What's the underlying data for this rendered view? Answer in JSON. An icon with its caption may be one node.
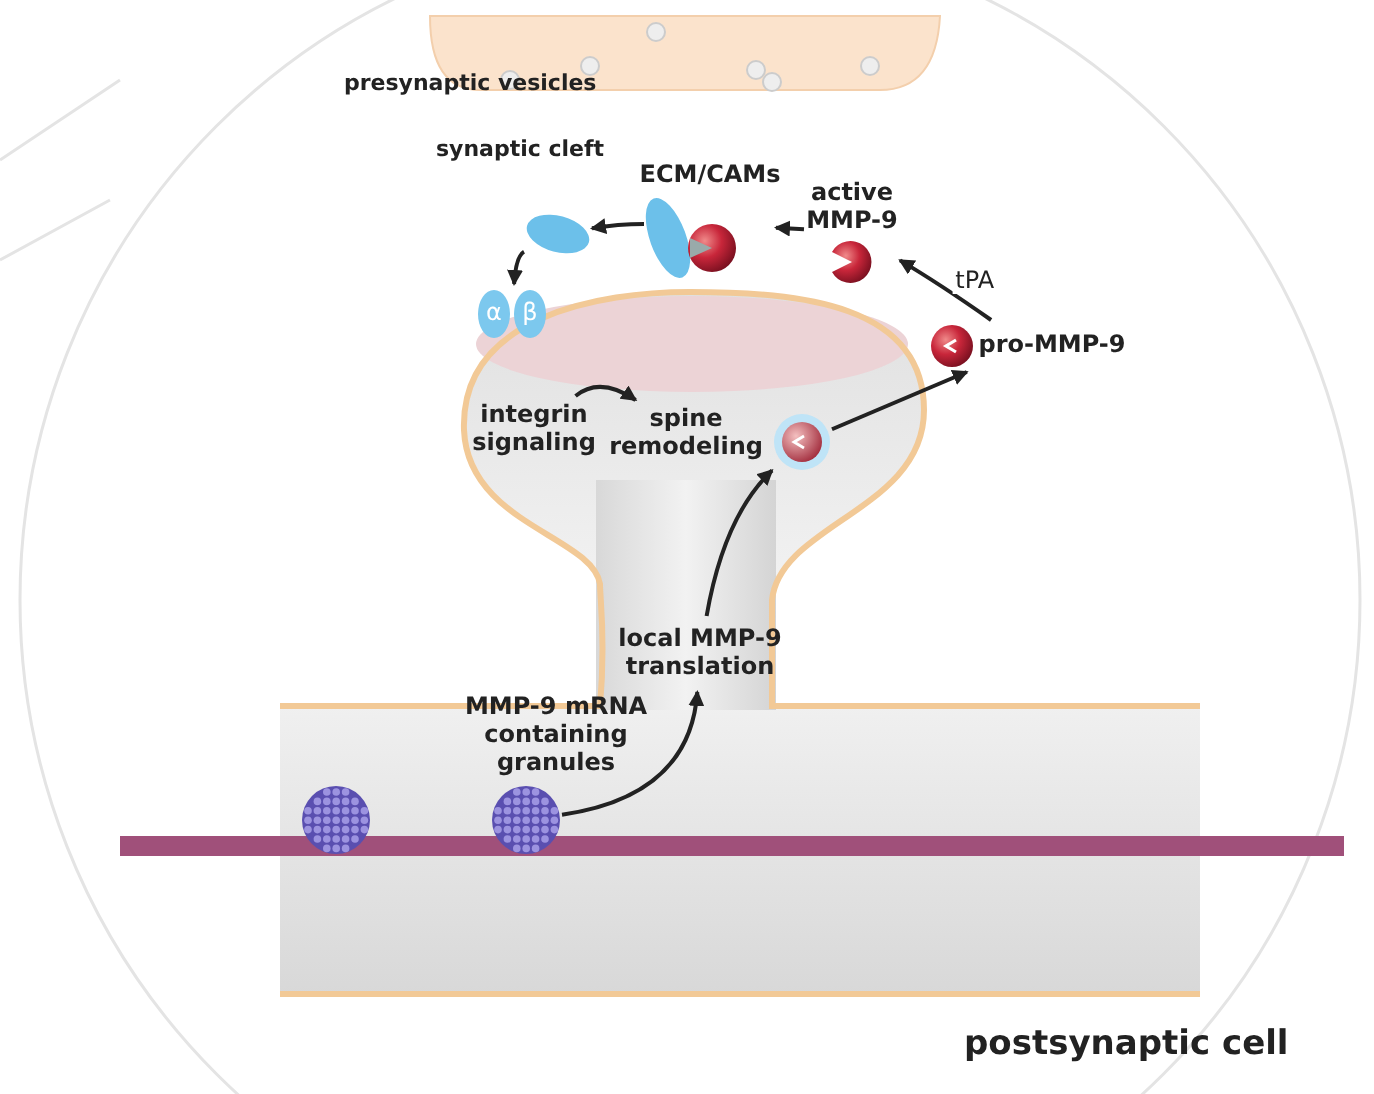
{
  "diagram": {
    "nodes": [
      {
        "text": [
          "ECM/CAMs"
        ]
      },
      {
        "text": [
          "active MMP-9"
        ]
      },
      {
        "text": [
          "pro-MMP-9"
        ]
      },
      {
        "text": [],
        "shape": "ellipse"
      },
      {
        "text": [
          "α",
          "β"
        ]
      },
      {
        "text": [
          "integrin signaling"
        ]
      },
      {
        "text": [
          "spine remodeling"
        ]
      },
      {
        "text": [],
        "shape": "picture"
      },
      {
        "text": [
          "local MMP-9 translation"
        ]
      },
      {
        "text": [
          "MMP-9 mRNA containing granules"
        ]
      },
      {
        "text": [],
        "shape": "picture"
      },
      {
        "text": [],
        "shape": "picture"
      }
    ],
    "edges": [
      {
        "from": 11,
        "to": 8,
        "arrow": "to"
      },
      {
        "from": 8,
        "to": 7,
        "arrow": "to"
      },
      {
        "from": 7,
        "to": 2,
        "arrow": "to"
      },
      {
        "from": 2,
        "to": 1,
        "arrow": "to",
        "label": "tPA"
      },
      {
        "from": 1,
        "to": 0,
        "arrow": "to"
      },
      {
        "from": 0,
        "to": 3,
        "arrow": "to"
      },
      {
        "from": 3,
        "to": 4,
        "arrow": "to"
      },
      {
        "from": 5,
        "to": 6,
        "arrow": "to"
      }
    ],
    "labels": [
      "presynaptic vesicles",
      "synaptic cleft",
      "postsynaptic cell"
    ]
  }
}
